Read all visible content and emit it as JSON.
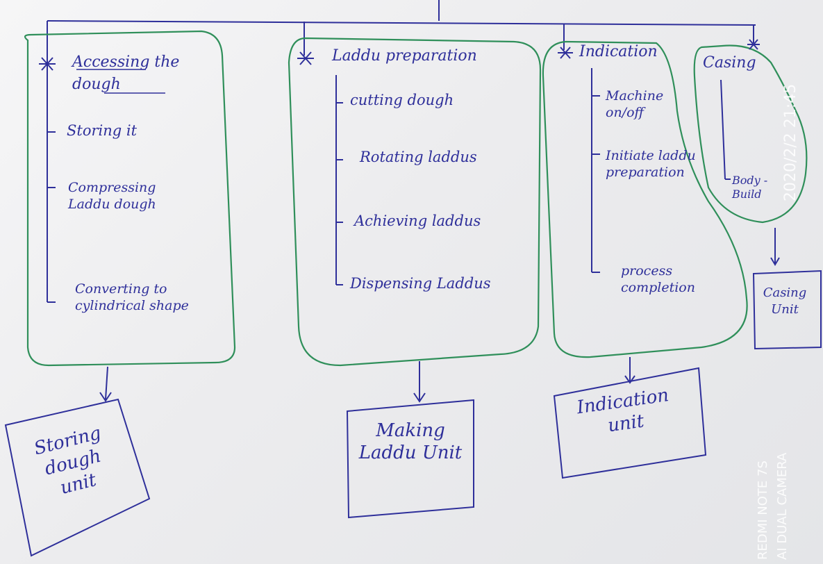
{
  "colors": {
    "ink": "#2e2f9a",
    "group_outline": "#2f8f5a",
    "paper": "#ececee",
    "watermark": "#ffffff"
  },
  "groups": [
    {
      "title": "Accessing the dough",
      "items": [
        "Storing it",
        "Compressing Laddu dough",
        "Converting to cylindrical shape"
      ],
      "unit": "Storing dough unit"
    },
    {
      "title": "Laddu preparation",
      "items": [
        "cutting dough",
        "Rotating laddus",
        "Achieving laddus",
        "Dispensing Laddus"
      ],
      "unit": "Making Laddu Unit"
    },
    {
      "title": "Indication",
      "items": [
        "Machine on/off",
        "Initiate laddu preparation",
        "process completion"
      ],
      "unit": "Indication unit"
    },
    {
      "title": "Casing",
      "items": [
        "Body -Build"
      ],
      "unit": "Casing Unit"
    }
  ],
  "watermark": {
    "timestamp": "2020/2/2 21:45",
    "device_line1": "REDMI NOTE 7S",
    "device_line2": "AI DUAL CAMERA"
  },
  "icons": {
    "branch_marker": "asterisk-icon",
    "connector": "arrow-down-icon"
  }
}
